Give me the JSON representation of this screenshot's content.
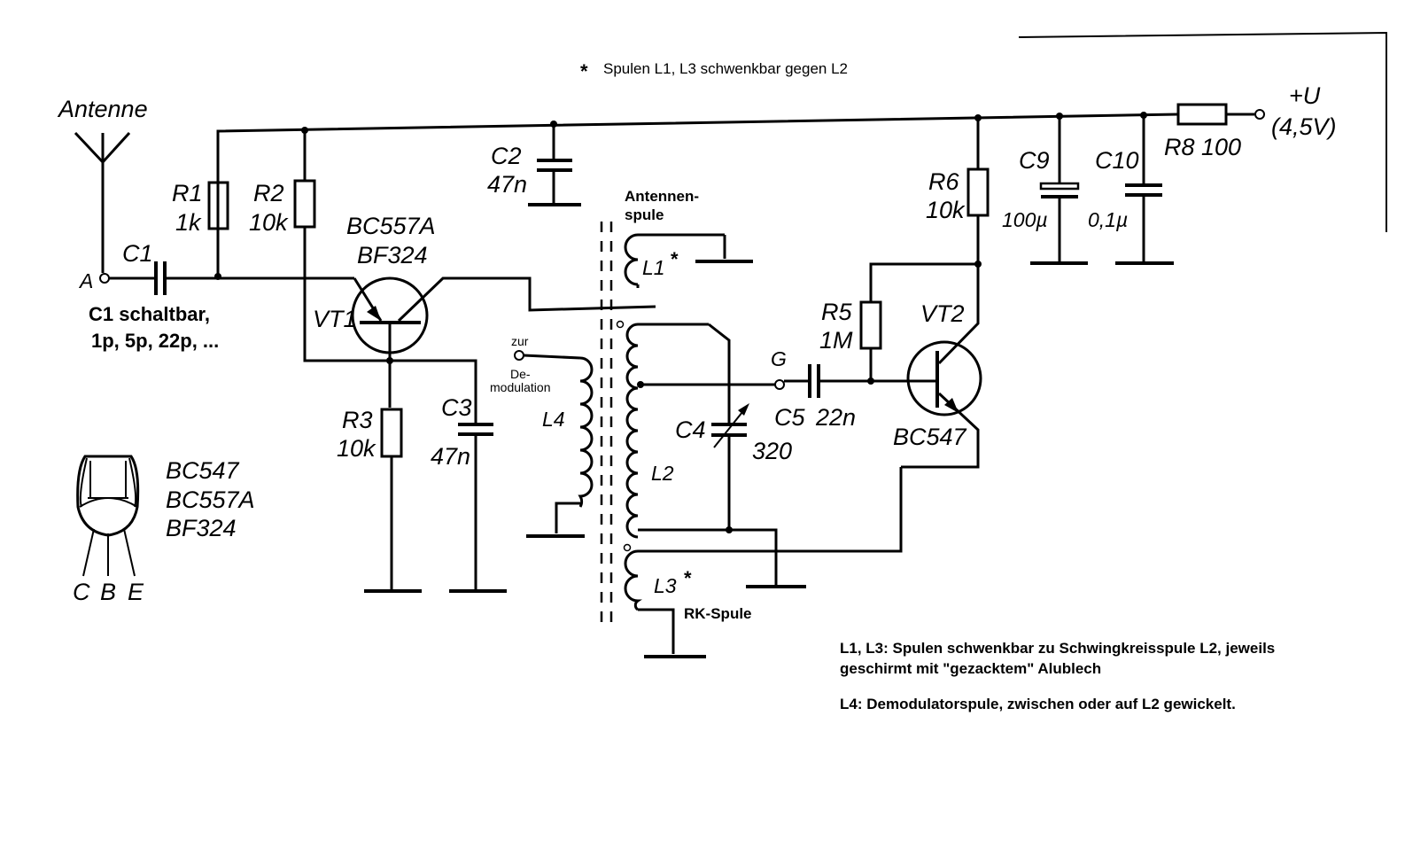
{
  "notes": {
    "swivel_note": "Spulen L1, L3 schwenkbar gegen L2",
    "swivel_star": "*",
    "note1_line1": "L1, L3: Spulen schwenkbar zu Schwingkreisspule L2, jeweils",
    "note1_line2": "geschirmt mit \"gezacktem\" Alublech",
    "note2": "L4: Demodulatorspule, zwischen oder auf L2 gewickelt."
  },
  "labels": {
    "antenna": "Antenne",
    "node_a": "A",
    "c1": "C1",
    "c1_note_1": "C1 schaltbar,",
    "c1_note_2": "1p, 5p, 22p, ...",
    "r1": "R1",
    "r1_val": "1k",
    "r2": "R2",
    "r2_val": "10k",
    "vt1_type1": "BC557A",
    "vt1_type2": "BF324",
    "vt1": "VT1",
    "c2": "C2",
    "c2_val": "47n",
    "r3": "R3",
    "r3_val": "10k",
    "c3": "C3",
    "c3_val": "47n",
    "antennenspule_1": "Antennen-",
    "antennenspule_2": "spule",
    "l1": "L1",
    "l1_star": "*",
    "l2": "L2",
    "l3": "L3",
    "l3_star": "*",
    "rk_spule": "RK-Spule",
    "l4": "L4",
    "zur": "zur",
    "demod_1": "De-",
    "demod_2": "modulation",
    "c4": "C4",
    "c4_val": "320",
    "node_g": "G",
    "c5": "C5",
    "c5_val": "22n",
    "r5": "R5",
    "r5_val": "1M",
    "vt2": "VT2",
    "vt2_type": "BC547",
    "r6": "R6",
    "r6_val": "10k",
    "c9": "C9",
    "c9_val": "100µ",
    "c10": "C10",
    "c10_val": "0,1µ",
    "r8": "R8 100",
    "supply": "+U",
    "supply_val": "(4,5V)",
    "pinout_1": "BC547",
    "pinout_2": "BC557A",
    "pinout_3": "BF324",
    "pin_c": "C",
    "pin_b": "B",
    "pin_e": "E"
  }
}
